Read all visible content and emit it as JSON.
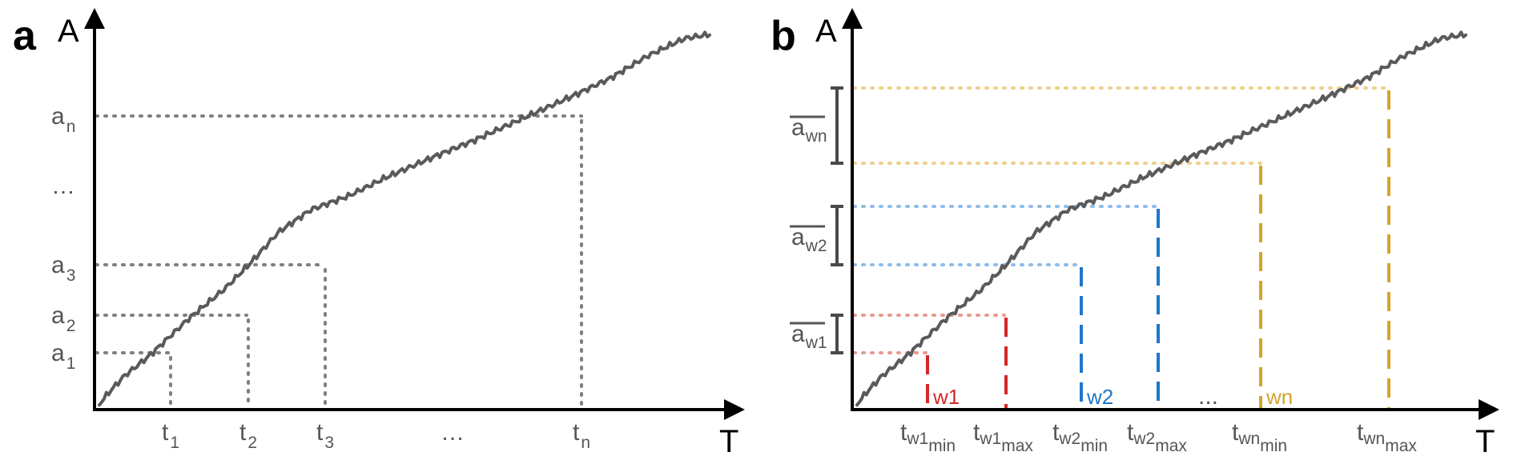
{
  "panel_a": {
    "letter": "a",
    "y_axis_label": "A",
    "x_axis_label": "T",
    "y_ticks": [
      {
        "base": "a",
        "sub": "1"
      },
      {
        "base": "a",
        "sub": "2"
      },
      {
        "base": "a",
        "sub": "3"
      },
      {
        "base": "…",
        "sub": ""
      },
      {
        "base": "a",
        "sub": "n"
      }
    ],
    "x_ticks": [
      {
        "base": "t",
        "sub": "1"
      },
      {
        "base": "t",
        "sub": "2"
      },
      {
        "base": "t",
        "sub": "3"
      },
      {
        "base": "…",
        "sub": ""
      },
      {
        "base": "t",
        "sub": "n"
      }
    ]
  },
  "panel_b": {
    "letter": "b",
    "y_axis_label": "A",
    "x_axis_label": "T",
    "windows": [
      {
        "label": "w1",
        "color": "#d62728",
        "line_color": "#e89a90",
        "avg_base": "a",
        "avg_sub": "w1",
        "x_ticks": [
          {
            "base": "t",
            "mid": "w1",
            "sub": "min"
          },
          {
            "base": "t",
            "mid": "w1",
            "sub": "max"
          }
        ]
      },
      {
        "label": "w2",
        "color": "#1f77c8",
        "line_color": "#8fbde8",
        "avg_base": "a",
        "avg_sub": "w2",
        "x_ticks": [
          {
            "base": "t",
            "mid": "w2",
            "sub": "min"
          },
          {
            "base": "t",
            "mid": "w2",
            "sub": "max"
          }
        ]
      },
      {
        "label": "wn",
        "color": "#d4a32a",
        "line_color": "#f0cf8c",
        "avg_base": "a",
        "avg_sub": "wn",
        "x_ticks": [
          {
            "base": "t",
            "mid": "wn",
            "sub": "min"
          },
          {
            "base": "t",
            "mid": "wn",
            "sub": "max"
          }
        ]
      }
    ],
    "ellipsis": "..."
  },
  "colors": {
    "curve": "#5a5a5a",
    "axis": "#000000",
    "guide": "#808080",
    "bracket": "#4a4a4a"
  }
}
